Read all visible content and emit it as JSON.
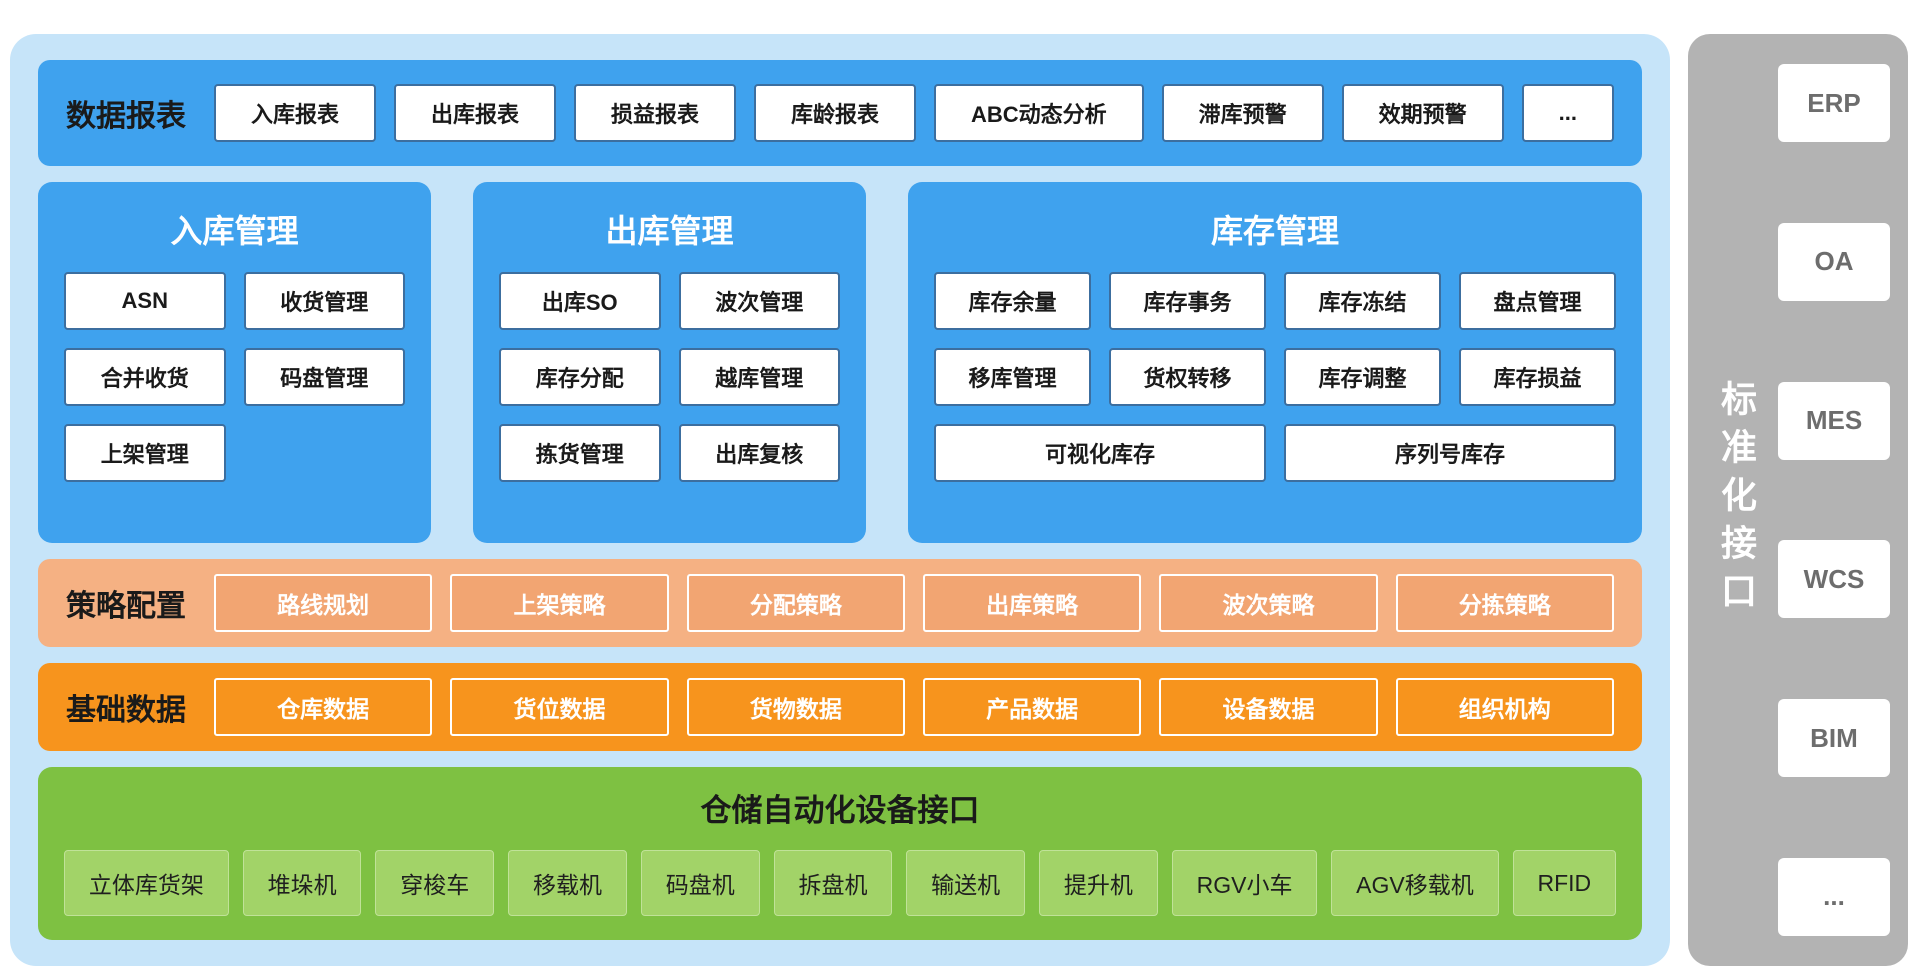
{
  "reports": {
    "title": "数据报表",
    "items": [
      "入库报表",
      "出库报表",
      "损益报表",
      "库龄报表",
      "ABC动态分析",
      "滞库预警",
      "效期预警",
      "..."
    ]
  },
  "panels": [
    {
      "title": "入库管理",
      "items": [
        "ASN",
        "收货管理",
        "合并收货",
        "码盘管理",
        "上架管理"
      ]
    },
    {
      "title": "出库管理",
      "items": [
        "出库SO",
        "波次管理",
        "库存分配",
        "越库管理",
        "拣货管理",
        "出库复核"
      ]
    },
    {
      "title": "库存管理",
      "items": [
        "库存余量",
        "库存事务",
        "库存冻结",
        "盘点管理",
        "移库管理",
        "货权转移",
        "库存调整",
        "库存损益"
      ],
      "wide_items": [
        "可视化库存",
        "序列号库存"
      ]
    }
  ],
  "strategy": {
    "title": "策略配置",
    "items": [
      "路线规划",
      "上架策略",
      "分配策略",
      "出库策略",
      "波次策略",
      "分拣策略"
    ]
  },
  "base_data": {
    "title": "基础数据",
    "items": [
      "仓库数据",
      "货位数据",
      "货物数据",
      "产品数据",
      "设备数据",
      "组织机构"
    ]
  },
  "automation": {
    "title": "仓储自动化设备接口",
    "items": [
      "立体库货架",
      "堆垛机",
      "穿梭车",
      "移载机",
      "码盘机",
      "拆盘机",
      "输送机",
      "提升机",
      "RGV小车",
      "AGV移载机",
      "RFID"
    ]
  },
  "interfaces": {
    "title": "标准化接口",
    "items": [
      "ERP",
      "OA",
      "MES",
      "WCS",
      "BIM",
      "..."
    ]
  },
  "colors": {
    "panel_blue": "#3fa2ee",
    "background_light_blue": "#c6e4f9",
    "strategy_salmon": "#f5b183",
    "base_orange": "#f7941d",
    "automation_green": "#7ec142",
    "automation_item_green": "#a2d368",
    "interfaces_gray": "#b3b3b3"
  }
}
